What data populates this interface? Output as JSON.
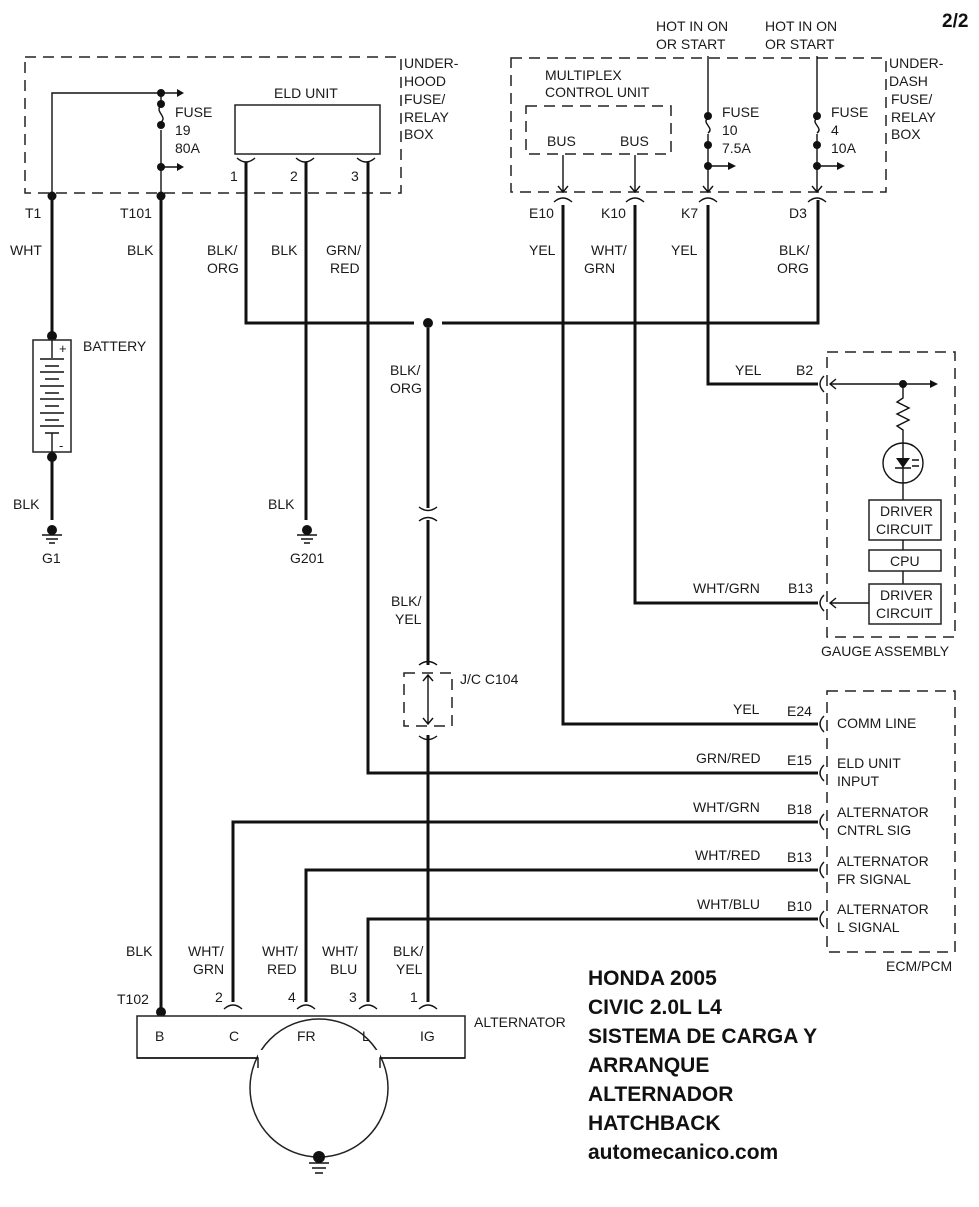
{
  "page_number": "2/2",
  "title": {
    "lines": [
      "HONDA 2005",
      "CIVIC 2.0L L4",
      "SISTEMA DE CARGA Y",
      "ARRANQUE",
      "ALTERNADOR",
      "HATCHBACK",
      "automecanico.com"
    ]
  },
  "underhood_box": {
    "label": [
      "UNDER-",
      "HOOD",
      "FUSE/",
      "RELAY",
      "BOX"
    ],
    "fuse": [
      "FUSE",
      "19",
      "80A"
    ],
    "eld_unit": {
      "label": "ELD UNIT",
      "pins": [
        "1",
        "2",
        "3"
      ]
    },
    "terminals": [
      "T1",
      "T101"
    ]
  },
  "underdash_box": {
    "label": [
      "UNDER-",
      "DASH",
      "FUSE/",
      "RELAY",
      "BOX"
    ],
    "multiplex": {
      "label": [
        "MULTIPLEX",
        "CONTROL UNIT"
      ],
      "bus1": "BUS",
      "bus2": "BUS"
    },
    "hot1": [
      "HOT IN ON",
      "OR START"
    ],
    "hot2": [
      "HOT IN ON",
      "OR START"
    ],
    "fuse10": [
      "FUSE",
      "10",
      "7.5A"
    ],
    "fuse4": [
      "FUSE",
      "4",
      "10A"
    ],
    "terminals": [
      "E10",
      "K10",
      "K7",
      "D3"
    ]
  },
  "wires": {
    "wht": "WHT",
    "blk_t101": "BLK",
    "blk_org_1": [
      "BLK/",
      "ORG"
    ],
    "blk_2": "BLK",
    "grn_red_3": [
      "GRN/",
      "RED"
    ],
    "yel_e10": "YEL",
    "wht_grn_k10": [
      "WHT/",
      "GRN"
    ],
    "yel_k7": "YEL",
    "blk_org_d3": [
      "BLK/",
      "ORG"
    ],
    "blk_org_mid": [
      "BLK/",
      "ORG"
    ],
    "blk_yel_mid": [
      "BLK/",
      "YEL"
    ],
    "blk_battery": "BLK",
    "blk_g201": "BLK"
  },
  "battery": {
    "label": "BATTERY",
    "plus": "+",
    "minus": "-"
  },
  "grounds": [
    "G1",
    "G201"
  ],
  "junction": "J/C C104",
  "gauge_assembly": {
    "label": "GAUGE ASSEMBLY",
    "b2": {
      "wire": "YEL",
      "pin": "B2"
    },
    "b13": {
      "wire": "WHT/GRN",
      "pin": "B13"
    },
    "driver1": [
      "DRIVER",
      "CIRCUIT"
    ],
    "cpu": "CPU",
    "driver2": [
      "DRIVER",
      "CIRCUIT"
    ]
  },
  "ecm": {
    "label": "ECM/PCM",
    "rows": [
      {
        "wire": "YEL",
        "pin": "E24",
        "name": [
          "COMM LINE"
        ]
      },
      {
        "wire": "GRN/RED",
        "pin": "E15",
        "name": [
          "ELD UNIT",
          "INPUT"
        ]
      },
      {
        "wire": "WHT/GRN",
        "pin": "B18",
        "name": [
          "ALTERNATOR",
          "CNTRL SIG"
        ]
      },
      {
        "wire": "WHT/RED",
        "pin": "B13",
        "name": [
          "ALTERNATOR",
          "FR SIGNAL"
        ]
      },
      {
        "wire": "WHT/BLU",
        "pin": "B10",
        "name": [
          "ALTERNATOR",
          "L SIGNAL"
        ]
      }
    ]
  },
  "alternator": {
    "label": "ALTERNATOR",
    "t102": "T102",
    "wire_labels": [
      [
        "BLK"
      ],
      [
        "WHT/",
        "GRN"
      ],
      [
        "WHT/",
        "RED"
      ],
      [
        "WHT/",
        "BLU"
      ],
      [
        "BLK/",
        "YEL"
      ]
    ],
    "pin_numbers": [
      "2",
      "4",
      "3",
      "1"
    ],
    "terminals": [
      "B",
      "C",
      "FR",
      "L",
      "IG"
    ]
  }
}
